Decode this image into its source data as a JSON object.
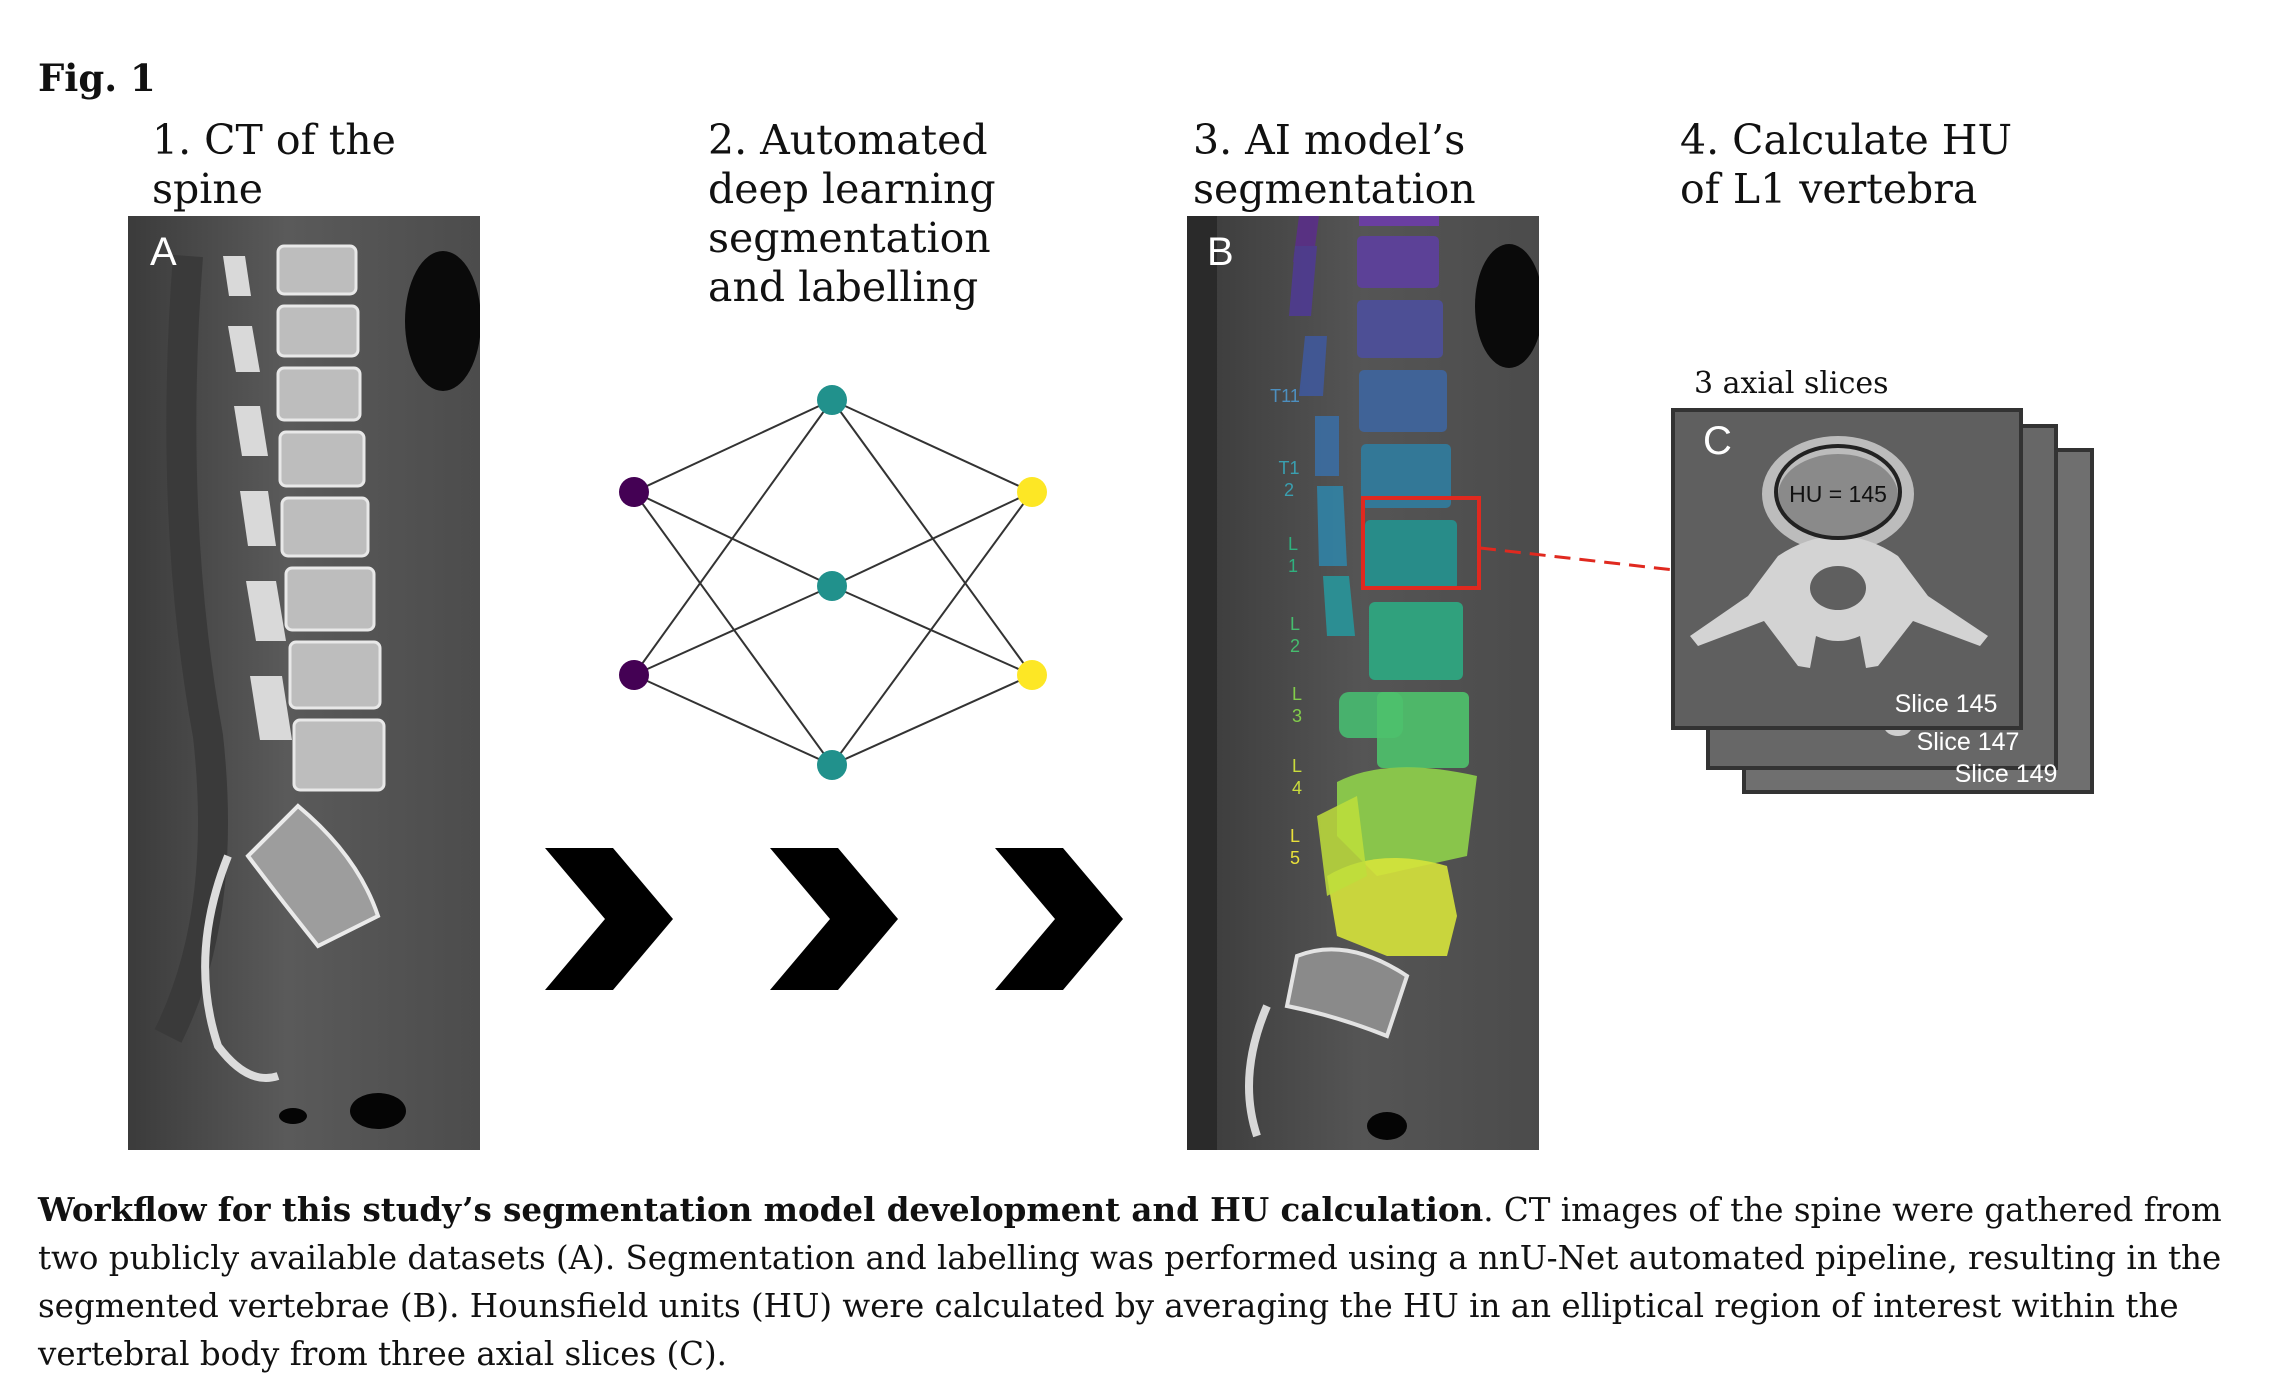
{
  "figure_label": "Fig. 1",
  "steps": {
    "s1": [
      "1. CT of the",
      "spine"
    ],
    "s2": [
      "2. Automated",
      "deep learning",
      "segmentation",
      "and labelling"
    ],
    "s3": [
      "3. AI model’s",
      "segmentation"
    ],
    "s4": [
      "4. Calculate HU",
      "of L1 vertebra"
    ]
  },
  "panels": {
    "a": "A",
    "b": "B",
    "c": "C"
  },
  "vertebra_labels": {
    "t11": "T11",
    "t12": [
      "T1",
      "2"
    ],
    "l1": [
      "L",
      "1"
    ],
    "l2": [
      "L",
      "2"
    ],
    "l3": [
      "L",
      "3"
    ],
    "l4": [
      "L",
      "4"
    ],
    "l5": [
      "L",
      "5"
    ]
  },
  "axial": {
    "header": "3 axial slices",
    "roi": "HU = 145",
    "slices": [
      "Slice 145",
      "Slice 147",
      "Slice 149"
    ]
  },
  "colors": {
    "network_purple": "#440154",
    "network_teal": "#21918c",
    "network_yellow": "#fde725",
    "highlight_red": "#e0291f"
  },
  "caption": {
    "bold": "Workflow for this study’s segmentation model development and HU calculation",
    "rest": ". CT images of the spine were gathered from two publicly available datasets (A). Segmentation and labelling was performed using a nnU-Net automated pipeline, resulting in the segmented vertebrae (B). Hounsfield units (HU) were calculated by averaging the HU in an elliptical region of interest within the vertebral body from three axial slices (C)."
  }
}
